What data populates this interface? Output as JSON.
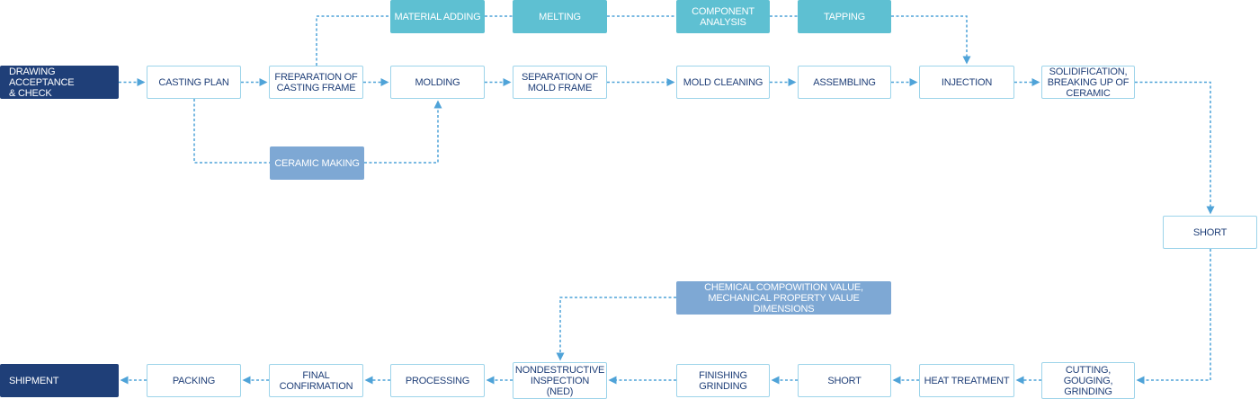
{
  "steps": {
    "drawing_acceptance": "DRAWING ACCEPTANCE\n& CHECK",
    "casting_plan": "CASTING PLAN",
    "frame_preparation": "FREPARATION OF\nCASTING FRAME",
    "molding": "MOLDING",
    "separation": "SEPARATION OF\nMOLD FRAME",
    "mold_cleaning": "MOLD CLEANING",
    "assembling": "ASSEMBLING",
    "injection": "INJECTION",
    "solidification": "SOLIDIFICATION,\nBREAKING UP OF\nCERAMIC",
    "material_adding": "MATERIAL ADDING",
    "melting": "MELTING",
    "component_analysis": "COMPONENT\nANALYSIS",
    "tapping": "TAPPING",
    "ceramic_making": "CERAMIC MAKING",
    "short_right": "SHORT",
    "chemical_values": "CHEMICAL COMPOWITION VALUE,\nMECHANICAL PROPERTY VALUE DIMENSIONS",
    "shipment": "SHIPMENT",
    "packing": "PACKING",
    "final_confirmation": "FINAL\nCONFIRMATION",
    "processing": "PROCESSING",
    "ndi": "NONDESTRUCTIVE\nINSPECTION\n(NED)",
    "finishing_grinding": "FINISHING GRINDING",
    "short_bottom": "SHORT",
    "heat_treatment": "HEAT TREATMENT",
    "cutting": "CUTTING, GOUGING,\nGRINDING"
  },
  "colors": {
    "dark_box": "#1f3f78",
    "light_box_border": "#9dd4ea",
    "teal_box": "#5ec0d2",
    "steel_box": "#7ea8d4",
    "connector": "#4fa3d8"
  }
}
